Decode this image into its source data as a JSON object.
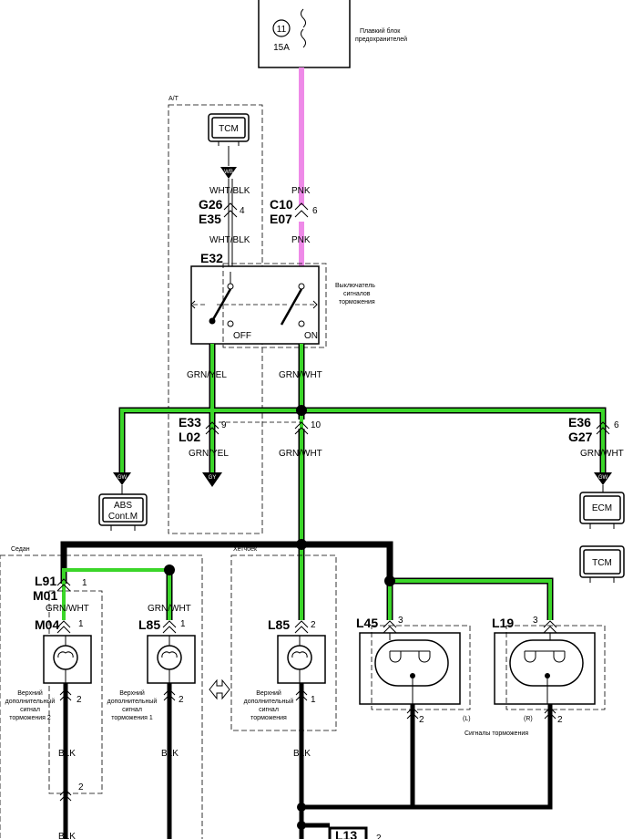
{
  "fuse": {
    "number": "11",
    "rating": "15A",
    "caption_line1": "Плавкий блок",
    "caption_line2": "предохранителей"
  },
  "groups": {
    "at": "A/T",
    "sedan": "Седан",
    "hatchback": "Хетчбек"
  },
  "tcm_top": {
    "label": "TCM",
    "arrow": "WB"
  },
  "wires": {
    "wht_blk_top": "WHT/BLK",
    "wht_blk_bottom": "WHT/BLK",
    "pnk_top": "PNK",
    "pnk_bottom": "PNK",
    "grn_yel_top": "GRN/YEL",
    "grn_wht_top": "GRN/WHT",
    "grn_yel_bottom": "GRN/YEL",
    "grn_wht_mid": "GRN/WHT",
    "grn_wht_right": "GRN/WHT",
    "grn_wht_l91": "GRN/WHT",
    "grn_wht_l85a": "GRN/WHT",
    "blk_1": "BLK",
    "blk_2": "BLK",
    "blk_3": "BLK",
    "blk_4": "BLK"
  },
  "connectors": {
    "g26": "G26",
    "e35": "E35",
    "pin4": "4",
    "c10": "C10",
    "e07": "E07",
    "pin6": "6",
    "e32": "E32",
    "e33": "E33",
    "l02": "L02",
    "pin9": "9",
    "pin10": "10",
    "e36": "E36",
    "g27": "G27",
    "pin6b": "6",
    "l91": "L91",
    "m01": "M01",
    "pin1a": "1",
    "m04": "M04",
    "pin1b": "1",
    "l85a": "L85",
    "pin1c": "1",
    "l85b": "L85",
    "pin2a": "2",
    "l45": "L45",
    "pin3a": "3",
    "l19": "L19",
    "pin3b": "3",
    "pin2_m04": "2",
    "pin2_l85a": "2",
    "pin1_l85b": "1",
    "pin2_l45": "2",
    "pin2_l19": "2",
    "pin2_bottom": "2",
    "l13": "L13",
    "pin2_l13": "2"
  },
  "switch": {
    "off": "OFF",
    "on": "ON",
    "caption_line1": "Выключатель",
    "caption_line2": "сигналов",
    "caption_line3": "торможения"
  },
  "arrows": {
    "gw_left": "GW",
    "gy": "GY",
    "gw_right": "GW"
  },
  "modules": {
    "abs_line1": "ABS",
    "abs_line2": "Cont.M",
    "ecm": "ECM",
    "tcm_right": "TCM"
  },
  "lamps": {
    "m04_caption": [
      "Верхний",
      "дополнительный",
      "сигнал",
      "торможения 2"
    ],
    "l85a_caption": [
      "Верхний",
      "дополнительный",
      "сигнал",
      "торможения 1"
    ],
    "l85b_caption": [
      "Верхний",
      "дополнительный",
      "сигнал",
      "торможения"
    ],
    "l45_side": "(L)",
    "l19_side": "(R)",
    "stop_caption": "Сигналы торможения"
  }
}
